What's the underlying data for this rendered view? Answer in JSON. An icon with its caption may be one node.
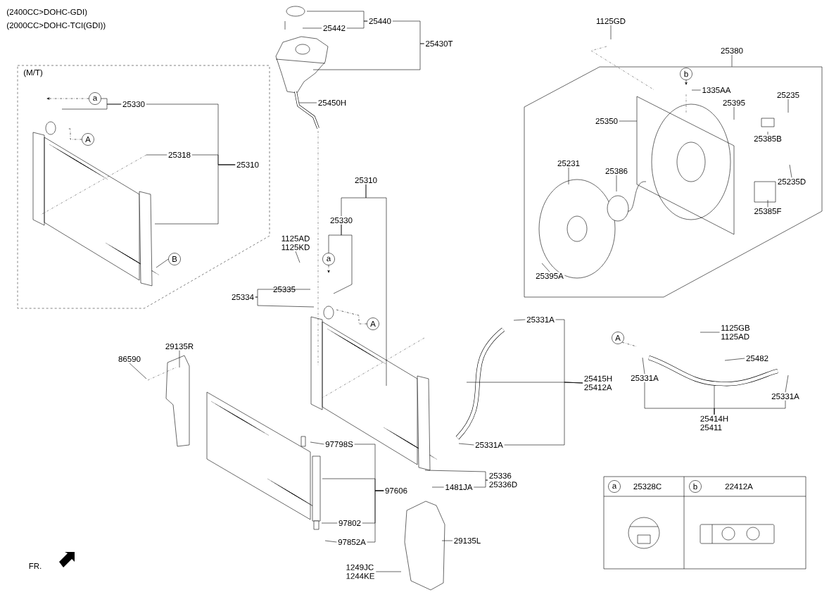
{
  "diagram": {
    "nodes": [
      {
        "text": [
          "(M/T)"
        ]
      },
      {
        "text": [],
        "shape": "box"
      },
      {
        "text": [
          "a"
        ],
        "in": 0
      },
      {
        "text": [
          "25330"
        ],
        "in": 0
      },
      {
        "text": [
          "A"
        ],
        "in": 0
      },
      {
        "text": [
          "25318"
        ],
        "in": 0
      },
      {
        "text": [
          "25310"
        ],
        "in": 0
      },
      {
        "text": [
          "B"
        ],
        "in": 0
      },
      {
        "text": [
          "25440"
        ]
      },
      {
        "text": [
          "25442"
        ]
      },
      {
        "text": [
          "25430T"
        ]
      },
      {
        "text": [
          "25450H"
        ]
      },
      {
        "text": [
          "1125GD"
        ]
      },
      {
        "text": [
          "25380"
        ]
      },
      {
        "text": [
          "b"
        ],
        "in": 1
      },
      {
        "text": [
          "1335AA"
        ],
        "in": 1
      },
      {
        "text": [
          "25395"
        ],
        "in": 1
      },
      {
        "text": [
          "25235"
        ],
        "in": 1
      },
      {
        "text": [
          "25350"
        ],
        "in": 1
      },
      {
        "text": [
          "25385B"
        ],
        "in": 1
      },
      {
        "text": [
          "25231"
        ],
        "in": 1
      },
      {
        "text": [
          "25386"
        ],
        "in": 1
      },
      {
        "text": [
          "25235D"
        ],
        "in": 1
      },
      {
        "text": [
          "25385F"
        ],
        "in": 1
      },
      {
        "text": [
          "25395A"
        ],
        "in": 1
      },
      {
        "text": [
          "25310"
        ]
      },
      {
        "text": [
          "25330"
        ]
      },
      {
        "text": [
          "a"
        ]
      },
      {
        "text": [
          "1125AD",
          "1125KD"
        ]
      },
      {
        "text": [
          "25335"
        ]
      },
      {
        "text": [
          "25334"
        ]
      },
      {
        "text": [
          "A"
        ]
      },
      {
        "text": [
          "25331A"
        ]
      },
      {
        "text": [
          "25415H",
          "25412A"
        ]
      },
      {
        "text": [
          "25331A"
        ]
      },
      {
        "text": [
          "29135R"
        ]
      },
      {
        "text": [
          "86590"
        ]
      },
      {
        "text": [
          "97798S"
        ]
      },
      {
        "text": [
          "97606"
        ]
      },
      {
        "text": [
          "97802"
        ]
      },
      {
        "text": [
          "97852A"
        ]
      },
      {
        "text": [
          "25336",
          "25336D"
        ]
      },
      {
        "text": [
          "1481JA"
        ]
      },
      {
        "text": [
          "29135L"
        ]
      },
      {
        "text": [
          "1249JC",
          "1244KE"
        ]
      },
      {
        "text": [
          "A"
        ]
      },
      {
        "text": [
          "1125GB",
          "1125AD"
        ]
      },
      {
        "text": [
          "25482"
        ]
      },
      {
        "text": [
          "25331A"
        ]
      },
      {
        "text": [
          "25331A"
        ]
      },
      {
        "text": [
          "25414H",
          "25411"
        ]
      }
    ],
    "edges": [
      {
        "from": 2,
        "to": null,
        "arrow": "to",
        "style": "dashed"
      },
      {
        "from": 3,
        "to": null,
        "arrow": "none"
      },
      {
        "from": 3,
        "to": 2,
        "arrow": "none"
      },
      {
        "from": 6,
        "to": 3,
        "arrow": "none"
      },
      {
        "from": 6,
        "to": null,
        "arrow": "none"
      },
      {
        "from": 6,
        "to": 5,
        "arrow": "none"
      },
      {
        "from": 4,
        "to": null,
        "arrow": "none",
        "style": "dashed"
      },
      {
        "from": 5,
        "to": null,
        "arrow": "none"
      },
      {
        "from": 7,
        "to": null,
        "arrow": "none"
      },
      {
        "from": 8,
        "to": null,
        "arrow": "none"
      },
      {
        "from": 8,
        "to": 9,
        "arrow": "none"
      },
      {
        "from": 10,
        "to": 8,
        "arrow": "none"
      },
      {
        "from": 10,
        "to": null,
        "arrow": "none"
      },
      {
        "from": 9,
        "to": null,
        "arrow": "none"
      },
      {
        "from": 11,
        "to": null,
        "arrow": "none"
      },
      {
        "from": 12,
        "to": null,
        "arrow": "none"
      },
      {
        "from": 13,
        "to": 1,
        "arrow": "none"
      },
      {
        "from": 14,
        "to": null,
        "arrow": "to",
        "style": "dashed"
      },
      {
        "from": 15,
        "to": null,
        "arrow": "none"
      },
      {
        "from": 16,
        "to": null,
        "arrow": "none"
      },
      {
        "from": 17,
        "to": null,
        "arrow": "none"
      },
      {
        "from": 18,
        "to": null,
        "arrow": "none"
      },
      {
        "from": 19,
        "to": null,
        "arrow": "none"
      },
      {
        "from": 20,
        "to": null,
        "arrow": "none"
      },
      {
        "from": 21,
        "to": null,
        "arrow": "none"
      },
      {
        "from": 22,
        "to": null,
        "arrow": "none"
      },
      {
        "from": 23,
        "to": null,
        "arrow": "none"
      },
      {
        "from": 24,
        "to": null,
        "arrow": "none"
      },
      {
        "from": 25,
        "to": 26,
        "arrow": "none"
      },
      {
        "from": 25,
        "to": null,
        "arrow": "none"
      },
      {
        "from": 26,
        "to": 27,
        "arrow": "none"
      },
      {
        "from": 26,
        "to": null,
        "arrow": "none"
      },
      {
        "from": 27,
        "to": null,
        "arrow": "to",
        "style": "dashed"
      },
      {
        "from": 28,
        "to": null,
        "arrow": "none"
      },
      {
        "from": 29,
        "to": null,
        "arrow": "none"
      },
      {
        "from": 30,
        "to": 29,
        "arrow": "none"
      },
      {
        "from": 30,
        "to": null,
        "arrow": "none"
      },
      {
        "from": 31,
        "to": null,
        "arrow": "none",
        "style": "dashed"
      },
      {
        "from": 32,
        "to": null,
        "arrow": "none"
      },
      {
        "from": 33,
        "to": 32,
        "arrow": "none"
      },
      {
        "from": 33,
        "to": 34,
        "arrow": "none"
      },
      {
        "from": 33,
        "to": null,
        "arrow": "none"
      },
      {
        "from": 34,
        "to": null,
        "arrow": "none"
      },
      {
        "from": 35,
        "to": null,
        "arrow": "none"
      },
      {
        "from": 36,
        "to": null,
        "arrow": "none"
      },
      {
        "from": 37,
        "to": null,
        "arrow": "none"
      },
      {
        "from": 38,
        "to": 37,
        "arrow": "none"
      },
      {
        "from": 38,
        "to": 39,
        "arrow": "none"
      },
      {
        "from": 38,
        "to": 40,
        "arrow": "none"
      },
      {
        "from": 38,
        "to": null,
        "arrow": "none"
      },
      {
        "from": 39,
        "to": null,
        "arrow": "none"
      },
      {
        "from": 40,
        "to": null,
        "arrow": "none"
      },
      {
        "from": 41,
        "to": 42,
        "arrow": "none"
      },
      {
        "from": 41,
        "to": null,
        "arrow": "none"
      },
      {
        "from": 42,
        "to": null,
        "arrow": "none"
      },
      {
        "from": 43,
        "to": null,
        "arrow": "none"
      },
      {
        "from": 44,
        "to": null,
        "arrow": "none"
      },
      {
        "from": 45,
        "to": null,
        "arrow": "none",
        "style": "dashed"
      },
      {
        "from": 46,
        "to": null,
        "arrow": "none"
      },
      {
        "from": 47,
        "to": null,
        "arrow": "none"
      },
      {
        "from": 50,
        "to": 48,
        "arrow": "none"
      },
      {
        "from": 50,
        "to": 49,
        "arrow": "none"
      },
      {
        "from": 50,
        "to": null,
        "arrow": "none"
      },
      {
        "from": 48,
        "to": null,
        "arrow": "none"
      },
      {
        "from": 49,
        "to": null,
        "arrow": "none"
      }
    ],
    "labels": [
      "(2400CC>DOHC-GDI)",
      "(2000CC>DOHC-TCI(GDI))",
      "a",
      "25328C",
      "b",
      "22412A",
      "FR."
    ]
  }
}
